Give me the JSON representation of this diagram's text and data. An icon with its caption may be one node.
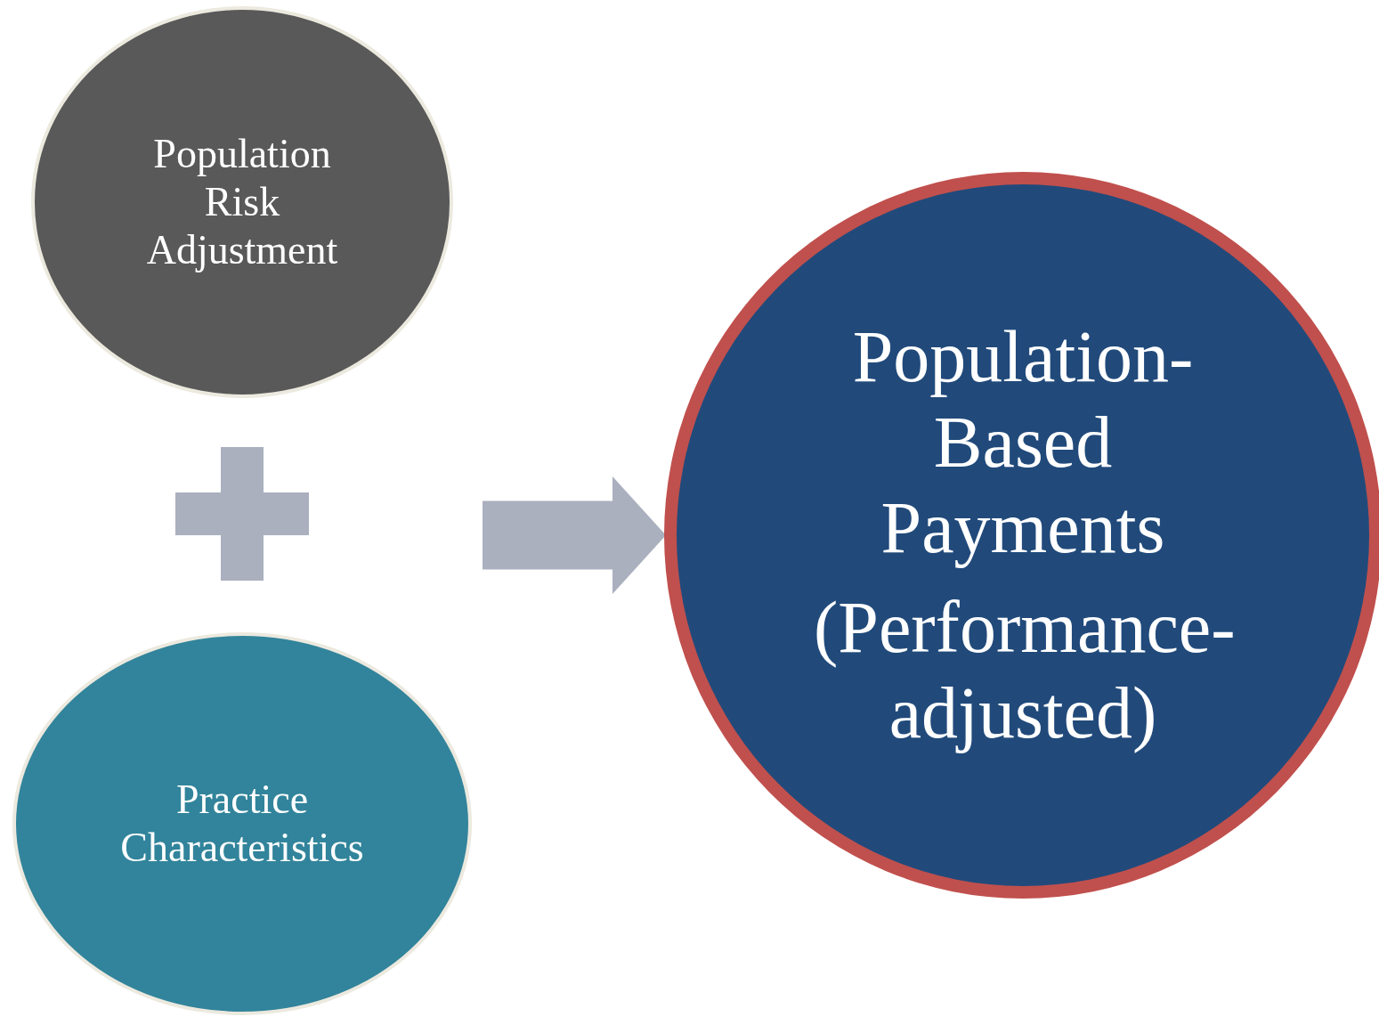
{
  "diagram": {
    "nodes": [
      {
        "text": [
          "Population Risk Adjustment"
        ]
      },
      {
        "text": [
          "Practice Characteristics"
        ]
      },
      {
        "text": [
          "Population-Based Payments",
          "(Performance-adjusted)"
        ]
      }
    ],
    "edges": [
      {
        "from": null,
        "to": 2,
        "arrow": "to"
      }
    ]
  }
}
